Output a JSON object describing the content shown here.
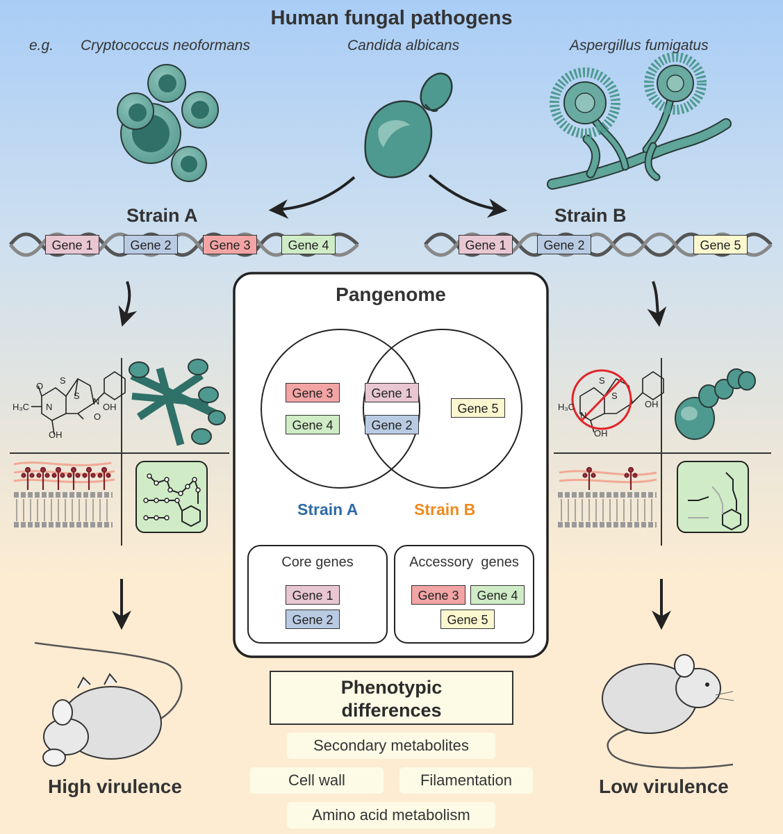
{
  "title": "Human fungal pathogens",
  "species": {
    "prefix": "e.g.",
    "crypto": "Cryptococcus neoformans",
    "candida": "Candida albicans",
    "asper": "Aspergillus fumigatus"
  },
  "strains": {
    "a": {
      "label": "Strain A",
      "genes": [
        "Gene 1",
        "Gene 2",
        "Gene 3",
        "Gene 4"
      ],
      "virulence": "High virulence"
    },
    "b": {
      "label": "Strain B",
      "genes": [
        "Gene 1",
        "Gene 2",
        "Gene 5"
      ],
      "virulence": "Low virulence"
    }
  },
  "pangenome": {
    "title": "Pangenome",
    "venn": {
      "a_only": [
        "Gene 3",
        "Gene 4"
      ],
      "shared": [
        "Gene 1",
        "Gene 2"
      ],
      "b_only": [
        "Gene 5"
      ],
      "label_a": "Strain A",
      "label_b": "Strain B"
    },
    "core": {
      "title": "Core genes",
      "genes": [
        "Gene 1",
        "Gene 2"
      ]
    },
    "accessory": {
      "title": "Accessory  genes",
      "genes": [
        "Gene 3",
        "Gene 4",
        "Gene 5"
      ]
    }
  },
  "phenotypic": {
    "line1": "Phenotypic",
    "line2": "differences",
    "items": [
      "Secondary metabolites",
      "Cell wall",
      "Filamentation",
      "Amino acid metabolism"
    ]
  },
  "chem": {
    "s": "S",
    "o": "O",
    "n": "N",
    "oh": "OH",
    "h3c": "H₃C"
  },
  "colors": {
    "strain_a": "#2f6aa6",
    "strain_b": "#f08a1c",
    "fungus_fill": "#4f9a90",
    "fungus_dark": "#2f7068",
    "outline": "#2a3a38"
  }
}
